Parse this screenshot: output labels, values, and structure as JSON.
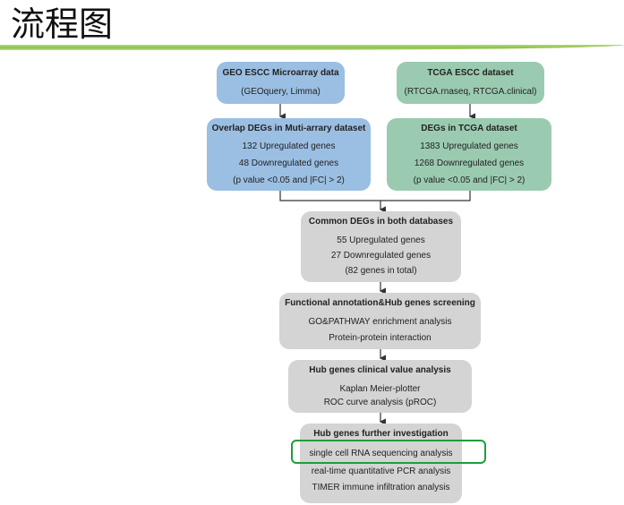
{
  "page": {
    "title": "流程图"
  },
  "flowchart": {
    "geo_box": {
      "title": "GEO ESCC Microarray data",
      "lines": [
        "(GEOquery, Limma)"
      ]
    },
    "tcga_box": {
      "title": "TCGA ESCC dataset",
      "lines": [
        "(RTCGA.rnaseq, RTCGA.clinical)"
      ]
    },
    "overlap_box": {
      "title": "Overlap DEGs in Muti-arrary dataset",
      "lines": [
        "132 Upregulated genes",
        "48 Downregulated genes",
        "(p value <0.05 and |FC| > 2)"
      ]
    },
    "tcga_degs_box": {
      "title": "DEGs in TCGA dataset",
      "lines": [
        "1383 Upregulated genes",
        "1268 Downregulated genes",
        "(p value <0.05 and |FC| > 2)"
      ]
    },
    "common_box": {
      "title": "Common DEGs in both databases",
      "lines": [
        "55 Upregulated genes",
        "27 Downregulated genes",
        "(82 genes in total)"
      ]
    },
    "functional_box": {
      "title": "Functional annotation&Hub genes screening",
      "lines": [
        "GO&PATHWAY enrichment analysis",
        "Protein-protein interaction"
      ]
    },
    "clinical_box": {
      "title": "Hub genes clinical value analysis",
      "lines": [
        "Kaplan Meier-plotter",
        "ROC curve analysis (pROC)"
      ]
    },
    "further_box": {
      "title": "Hub genes further investigation",
      "lines": [
        "single cell RNA sequencing analysis",
        "real-time quantitative PCR  analysis",
        "TIMER immune infiltration analysis"
      ]
    },
    "colors": {
      "blue_box": "#9bbfe3",
      "green_box": "#9acbb0",
      "gray_box": "#d4d4d4",
      "highlight": "#1f9e3a",
      "title_rule": "#8cc043"
    }
  }
}
